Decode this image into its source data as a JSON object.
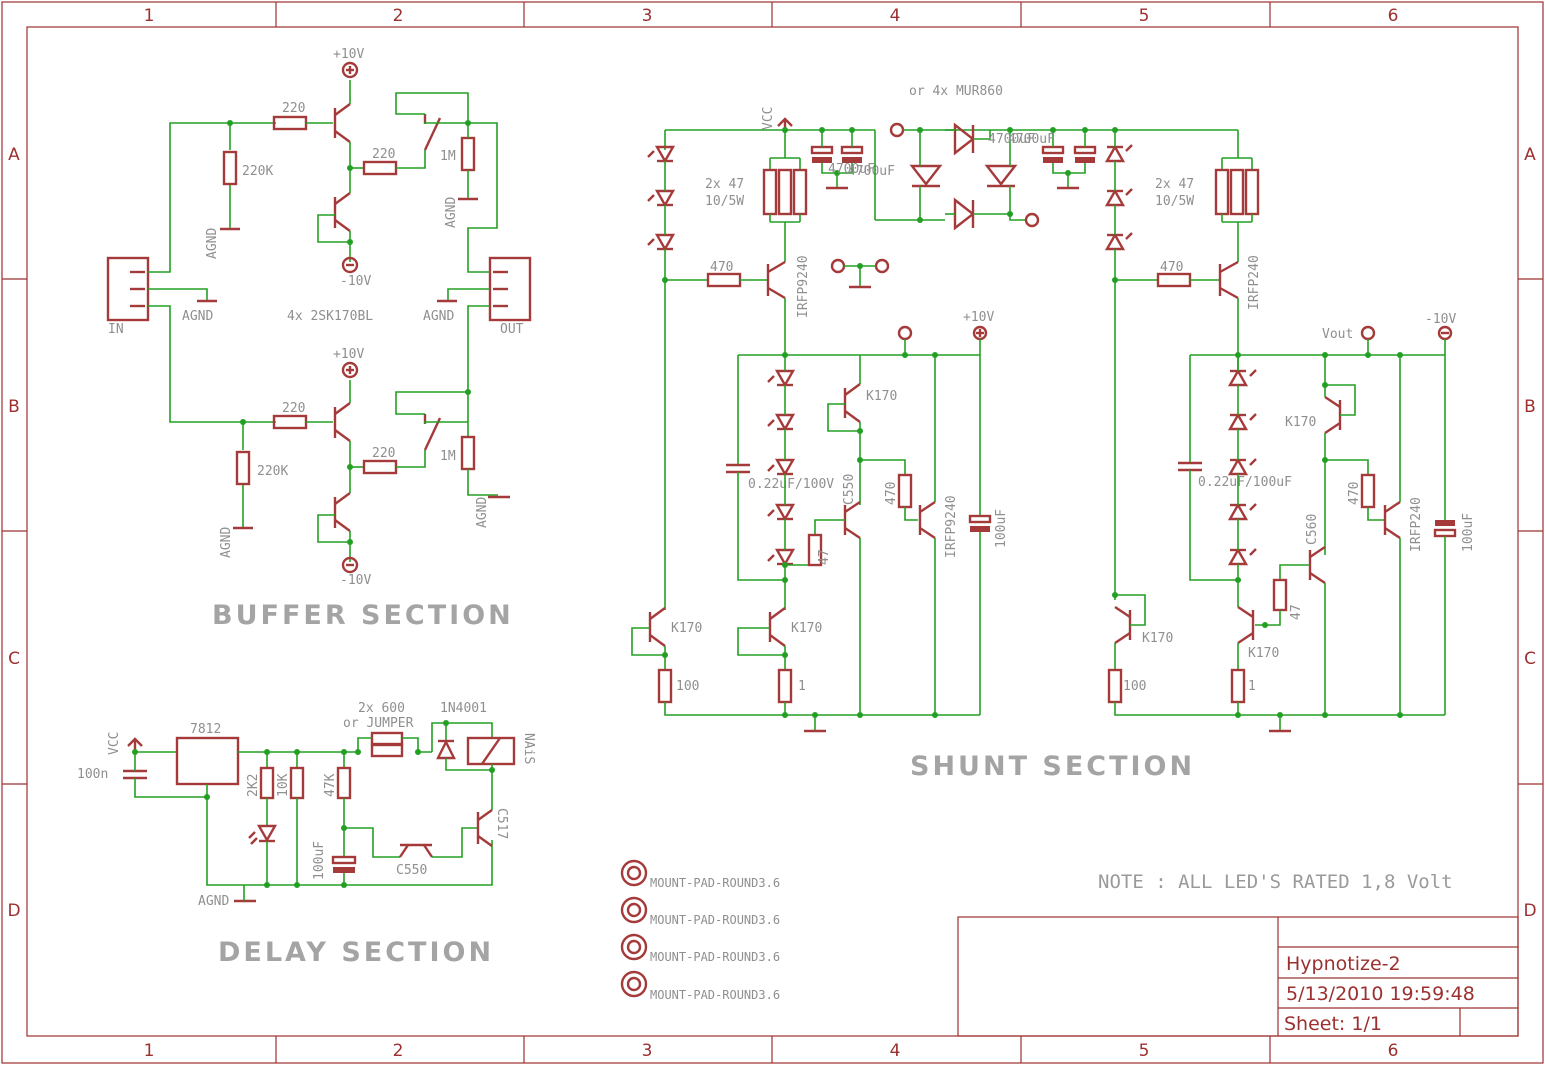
{
  "frame": {
    "columns": [
      "1",
      "2",
      "3",
      "4",
      "5",
      "6"
    ],
    "rows": [
      "A",
      "B",
      "C",
      "D"
    ]
  },
  "sections": {
    "buffer": "BUFFER SECTION",
    "delay": "DELAY SECTION",
    "shunt": "SHUNT SECTION"
  },
  "note": "NOTE : ALL LED'S RATED 1,8 Volt",
  "title_block": {
    "name": "Hypnotize-2",
    "date": "5/13/2010 19:59:48",
    "sheet": "Sheet: 1/1"
  },
  "mount_pads": [
    "MOUNT-PAD-ROUND3.6",
    "MOUNT-PAD-ROUND3.6",
    "MOUNT-PAD-ROUND3.6",
    "MOUNT-PAD-ROUND3.6"
  ],
  "buffer": {
    "vplus_top": "+10V",
    "vminus_top": "-10V",
    "vplus_bot": "+10V",
    "vminus_bot": "-10V",
    "r_gate_top": "220",
    "r_gate_bot": "220",
    "r_bias_top": "220K",
    "r_bias_bot": "220K",
    "r_out_top": "220",
    "r_out_bot": "220",
    "r_load_top": "1M",
    "r_load_bot": "1M",
    "agnd_1": "AGND",
    "agnd_2": "AGND",
    "agnd_3": "AGND",
    "agnd_4": "AGND",
    "agnd_in": "AGND",
    "agnd_out": "AGND",
    "in_label": "IN",
    "out_label": "OUT",
    "jfets": "4x 2SK170BL"
  },
  "delay": {
    "vcc": "VCC",
    "c_in": "100n",
    "regulator": "7812",
    "r_2k2": "2K2",
    "r_10k": "10K",
    "r_47k": "47K",
    "c_100u": "100uF",
    "r_600": "2x 600",
    "or_jumper": "or JUMPER",
    "diode": "1N4001",
    "relay": "NAiS",
    "q_c550": "C550",
    "q_c517": "C517",
    "agnd": "AGND"
  },
  "shunt": {
    "vcc": "VCC",
    "or_mur": "or 4x MUR860",
    "caps_left": "4700uF",
    "caps_left_2": "4700uF",
    "caps_right": "4700uF",
    "caps_right_2": "4700uF",
    "r_47_left": "2x 47",
    "r_47_left_w": "10/5W",
    "r_47_right": "2x 47",
    "r_47_right_w": "10/5W",
    "r_470_left": "470",
    "r_470_right": "470",
    "mosfet_left": "IRFP9240",
    "mosfet_right": "IRFP240",
    "vplus": "+10V",
    "vminus": "-10V",
    "vout": "Vout",
    "k170_l1": "K170",
    "k170_l2": "K170",
    "k170_l3": "K170",
    "k170_r1": "K170",
    "k170_r2": "K170",
    "k170_r3": "K170",
    "c_022_left": "0.22uF/100V",
    "c_022_right": "0.22uF/100uF",
    "q_c550": "C550",
    "q_c560": "C560",
    "r_470_l2": "470",
    "r_470_r2": "470",
    "mos_l2": "IRFP9240",
    "mos_r2": "IRFP240",
    "c_100u_left": "100uF",
    "c_100u_right": "100uF",
    "r_47_l": "47",
    "r_47_r": "47",
    "r_100_l": "100",
    "r_1_l": "1",
    "r_100_r": "100",
    "r_1_r": "1"
  }
}
